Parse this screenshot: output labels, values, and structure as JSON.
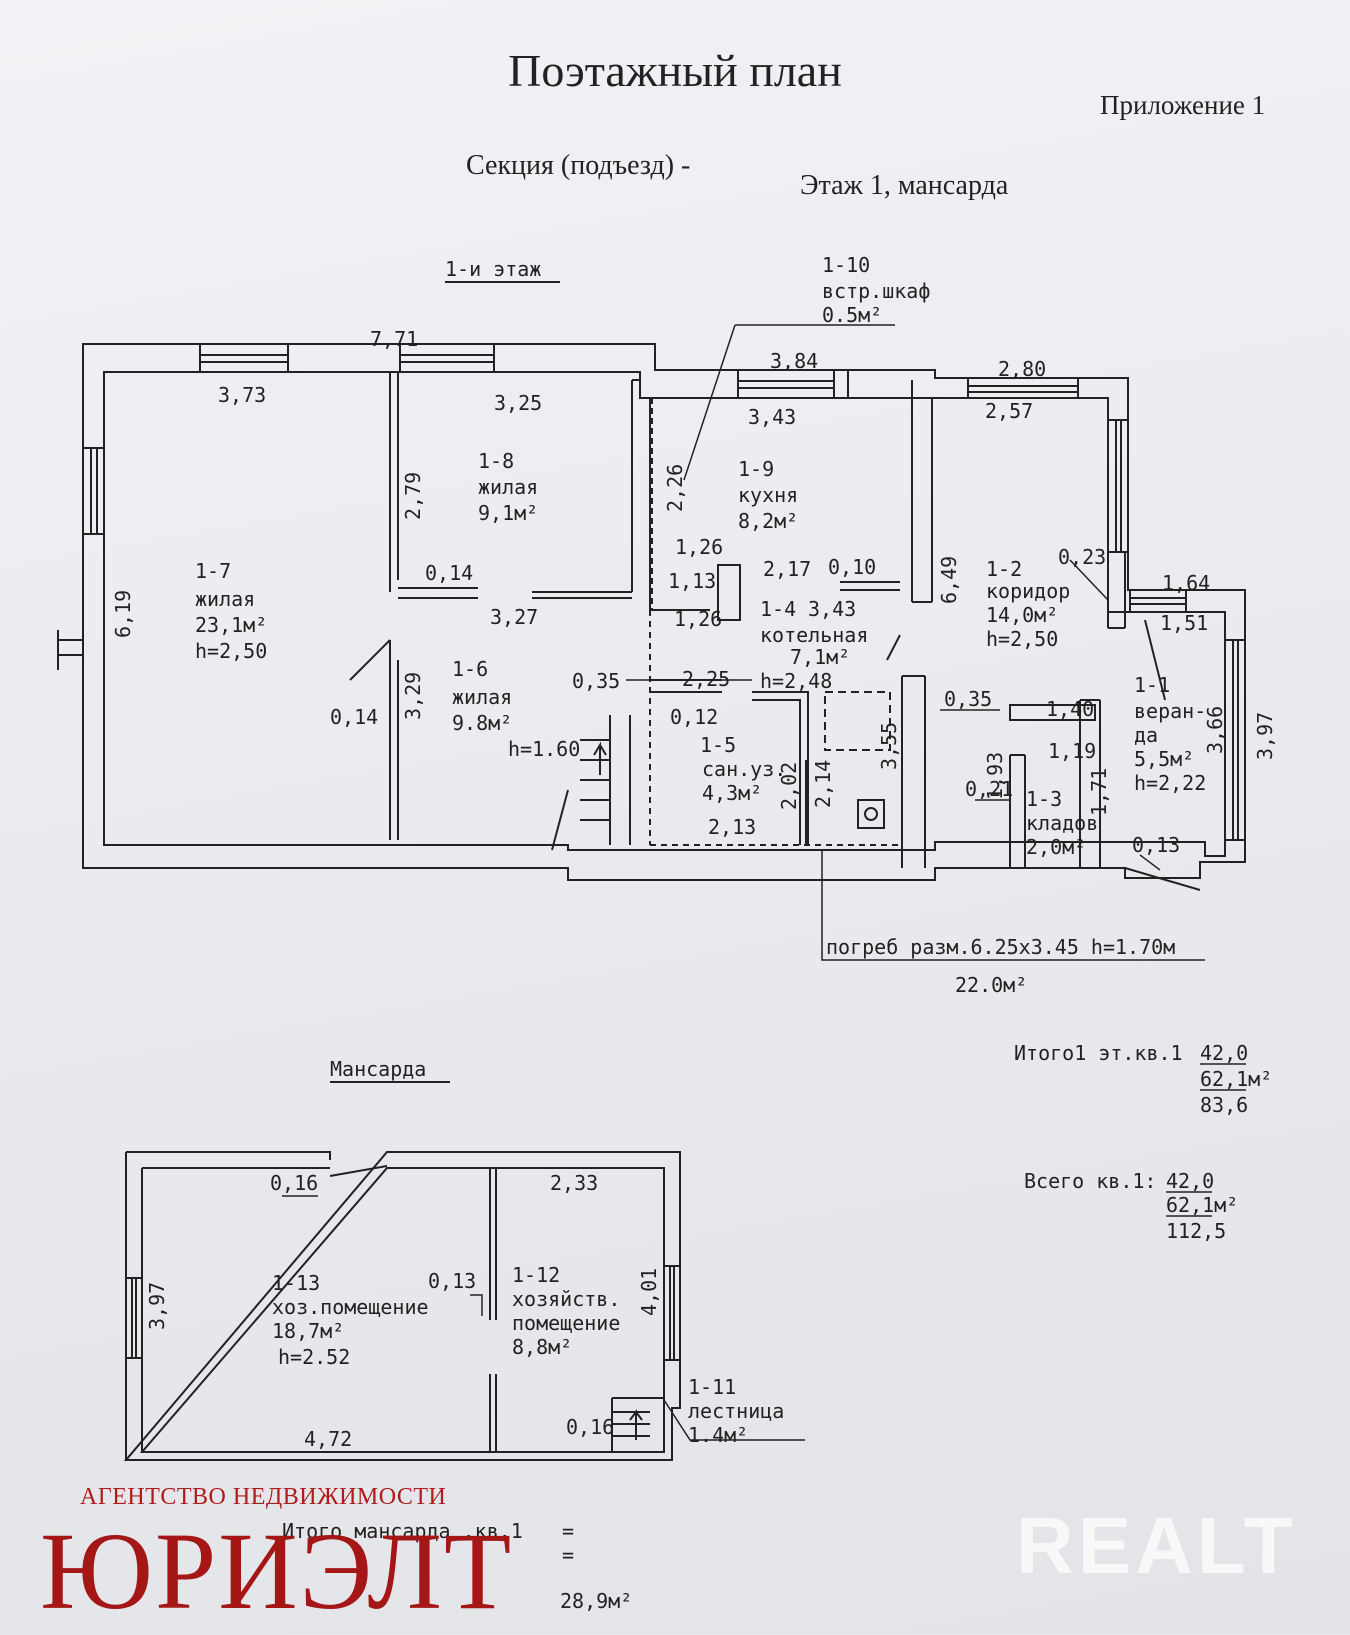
{
  "header": {
    "title": "Поэтажный план",
    "appendix": "Приложение 1",
    "section": "Секция (подъезд)  -",
    "floor": "Этаж 1, мансарда"
  },
  "first_floor": {
    "heading": "1-и этаж",
    "rooms": {
      "r1_7": {
        "id": "1-7",
        "type": "жилая",
        "area": "23,1м²",
        "height": "h=2,50"
      },
      "r1_8": {
        "id": "1-8",
        "type": "жилая",
        "area": "9,1м²"
      },
      "r1_9": {
        "id": "1-9",
        "type": "кухня",
        "area": "8,2м²"
      },
      "r1_10": {
        "id": "1-10",
        "type": "встр.шкаф",
        "area": "0.5м²"
      },
      "r1_6": {
        "id": "1-6",
        "type": "жилая",
        "area": "9.8м²",
        "height": "h=1.60"
      },
      "r1_4": {
        "id": "1-4",
        "dim": "3,43",
        "type": "котельная",
        "area": "7,1м²",
        "height": "h=2,48"
      },
      "r1_5": {
        "id": "1-5",
        "type": "сан.уз.",
        "area": "4,3м²"
      },
      "r1_2": {
        "id": "1-2",
        "type": "коридор",
        "area": "14,0м²",
        "height": "h=2,50"
      },
      "r1_1": {
        "id": "1-1",
        "type1": "веран-",
        "type2": "да",
        "area": "5,5м²",
        "height": "h=2,22"
      },
      "r1_3": {
        "id": "1-3",
        "type": "кладов",
        "area": "2,0м²"
      }
    },
    "dims": {
      "d7_71": "7,71",
      "d3_73": "3,73",
      "d3_25": "3,25",
      "d3_84": "3,84",
      "d3_43": "3,43",
      "d2_80": "2,80",
      "d2_57": "2,57",
      "d2_79": "2,79",
      "d2_26": "2,26",
      "d6_19": "6,19",
      "d0_14a": "0,14",
      "d3_27": "3,27",
      "d1_26a": "1,26",
      "d1_13": "1,13",
      "d2_17": "2,17",
      "d0_10": "0,10",
      "d1_26b": "1,26",
      "d6_49": "6,49",
      "d0_23": "0,23",
      "d1_64": "1,64",
      "d1_51": "1,51",
      "d0_35a": "0,35",
      "d2_25": "2,25",
      "d0_12": "0,12",
      "d0_14b": "0,14",
      "d3_29": "3,29",
      "d0_35b": "0,35",
      "d1_40": "1,40",
      "d1_19": "1,19",
      "d1_93": "1,93",
      "d0_21": "0,21",
      "d1_71": "1,71",
      "d3_66": "3,66",
      "d3_97": "3,97",
      "d2_02": "2,02",
      "d2_14": "2,14",
      "d3_55": "3,55",
      "d2_13": "2,13",
      "d0_13": "0,13"
    },
    "cellar": "погреб разм.6.25x3.45 h=1.70м",
    "cellar_area": "22.0м²"
  },
  "totals": {
    "floor_label": "Итого1 эт.кв.1",
    "floor_v1": "42,0",
    "floor_v2": "62,1м²",
    "floor_v3": "83,6",
    "all_label": "Всего кв.1:",
    "all_v1": "42,0",
    "all_v2": "62,1м²",
    "all_v3": "112,5"
  },
  "mansard": {
    "heading": "Мансарда",
    "rooms": {
      "r1_13": {
        "id": "1-13",
        "type": "хоз.помещение",
        "area": "18,7м²",
        "height": "h=2.52"
      },
      "r1_12": {
        "id": "1-12",
        "type1": "хозяйств.",
        "type2": "помещение",
        "area": "8,8м²"
      },
      "r1_11": {
        "id": "1-11",
        "type": "лестница",
        "area": "1.4м²"
      }
    },
    "dims": {
      "d0_16a": "0,16",
      "d2_33": "2,33",
      "d3_97": "3,97",
      "d0_13": "0,13",
      "d4_01": "4,01",
      "d4_72": "4,72",
      "d0_16b": "0,16"
    },
    "total_label": "Итого мансарда .кв.1",
    "total_v1": "=",
    "total_v2": "=",
    "total_v3": "28,9м²"
  },
  "watermarks": {
    "agency_small": "АГЕНТСТВО НЕДВИЖИМОСТИ",
    "agency_big": "ЮРИЭЛТ",
    "realt": "REALT"
  }
}
